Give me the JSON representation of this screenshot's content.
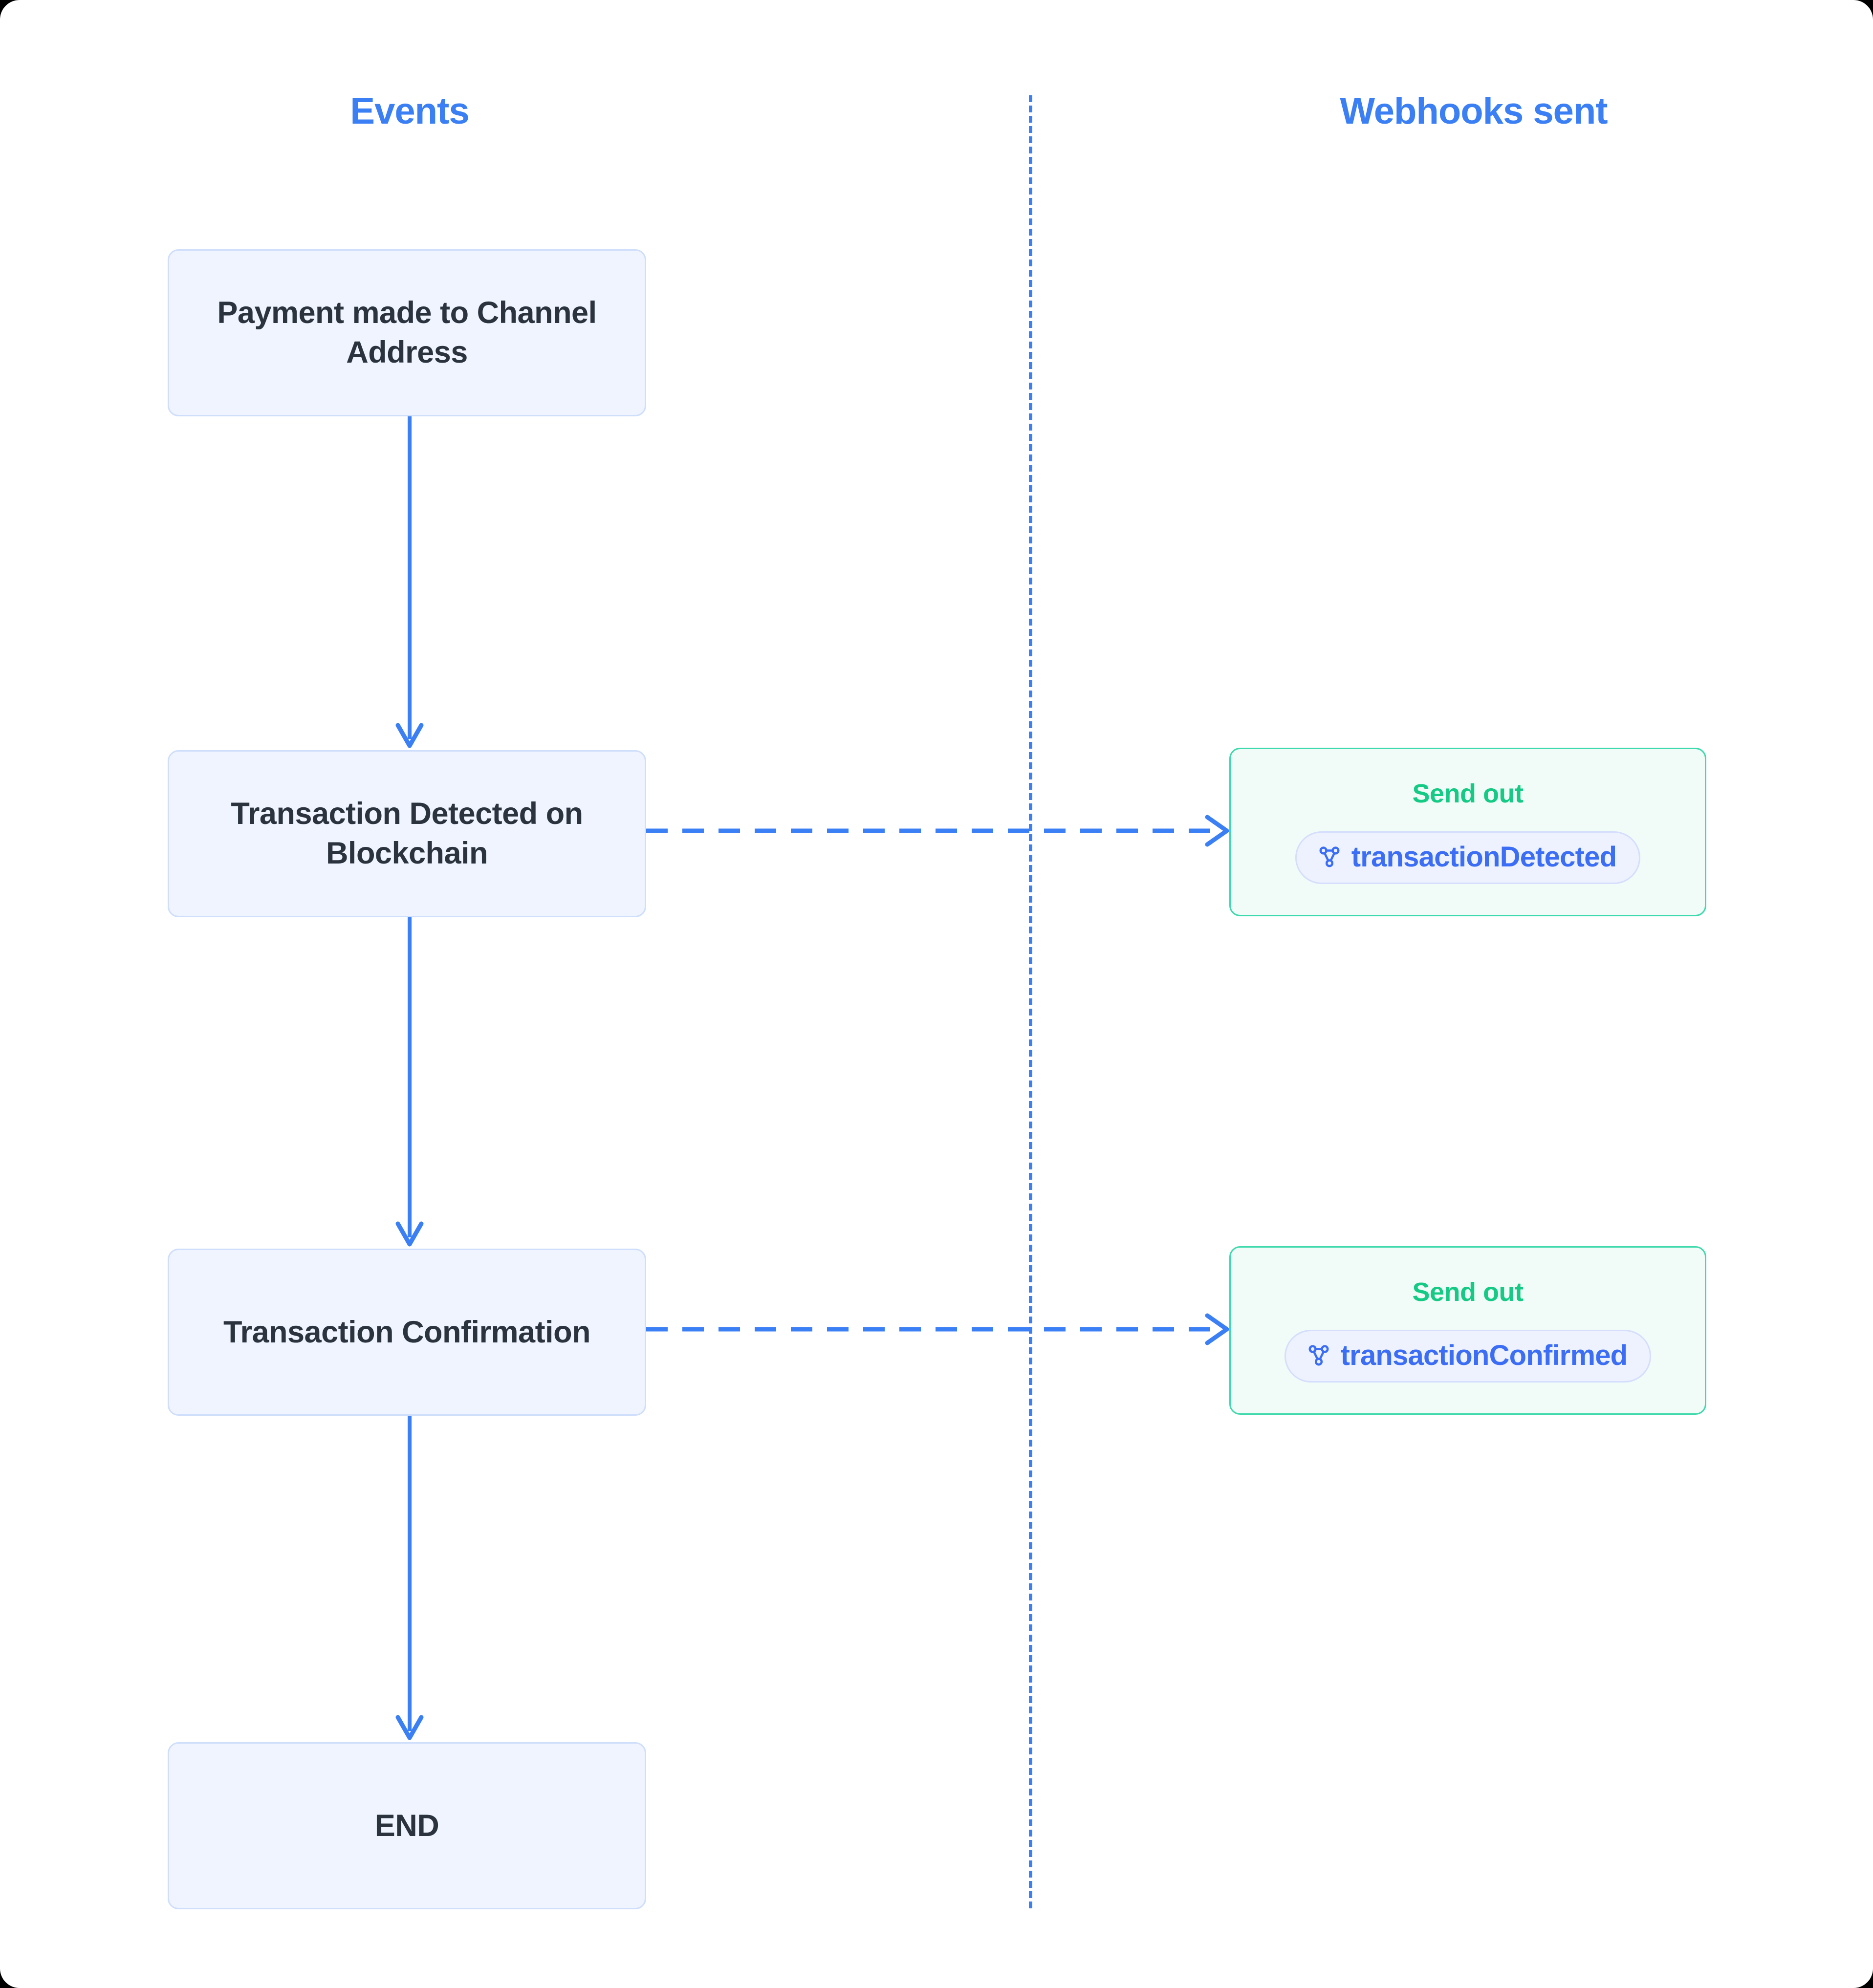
{
  "columns": {
    "left_header": "Events",
    "right_header": "Webhooks sent"
  },
  "events": [
    {
      "id": "payment-made",
      "label": "Payment made to Channel Address"
    },
    {
      "id": "transaction-detected",
      "label": "Transaction Detected on Blockchain"
    },
    {
      "id": "transaction-confirmed",
      "label": "Transaction Confirmation"
    },
    {
      "id": "end",
      "label": "END"
    }
  ],
  "webhooks": [
    {
      "id": "transaction-detected-webhook",
      "title": "Send out",
      "pill_label": "transactionDetected",
      "icon": "webhook-icon"
    },
    {
      "id": "transaction-confirmed-webhook",
      "title": "Send out",
      "pill_label": "transactionConfirmed",
      "icon": "webhook-icon"
    }
  ],
  "colors": {
    "accent_blue": "#3b7ff5",
    "event_box_bg": "#eff4fe",
    "event_box_border": "#cfdefb",
    "event_text": "#2b333f",
    "webhook_box_bg": "#f1fbf7",
    "webhook_box_border": "#3ed9ac",
    "webhook_title_green": "#14ca84",
    "pill_bg": "#eef2fe",
    "pill_border": "#d5defc",
    "pill_text": "#3b6ef5",
    "canvas_bg": "#ffffff"
  }
}
